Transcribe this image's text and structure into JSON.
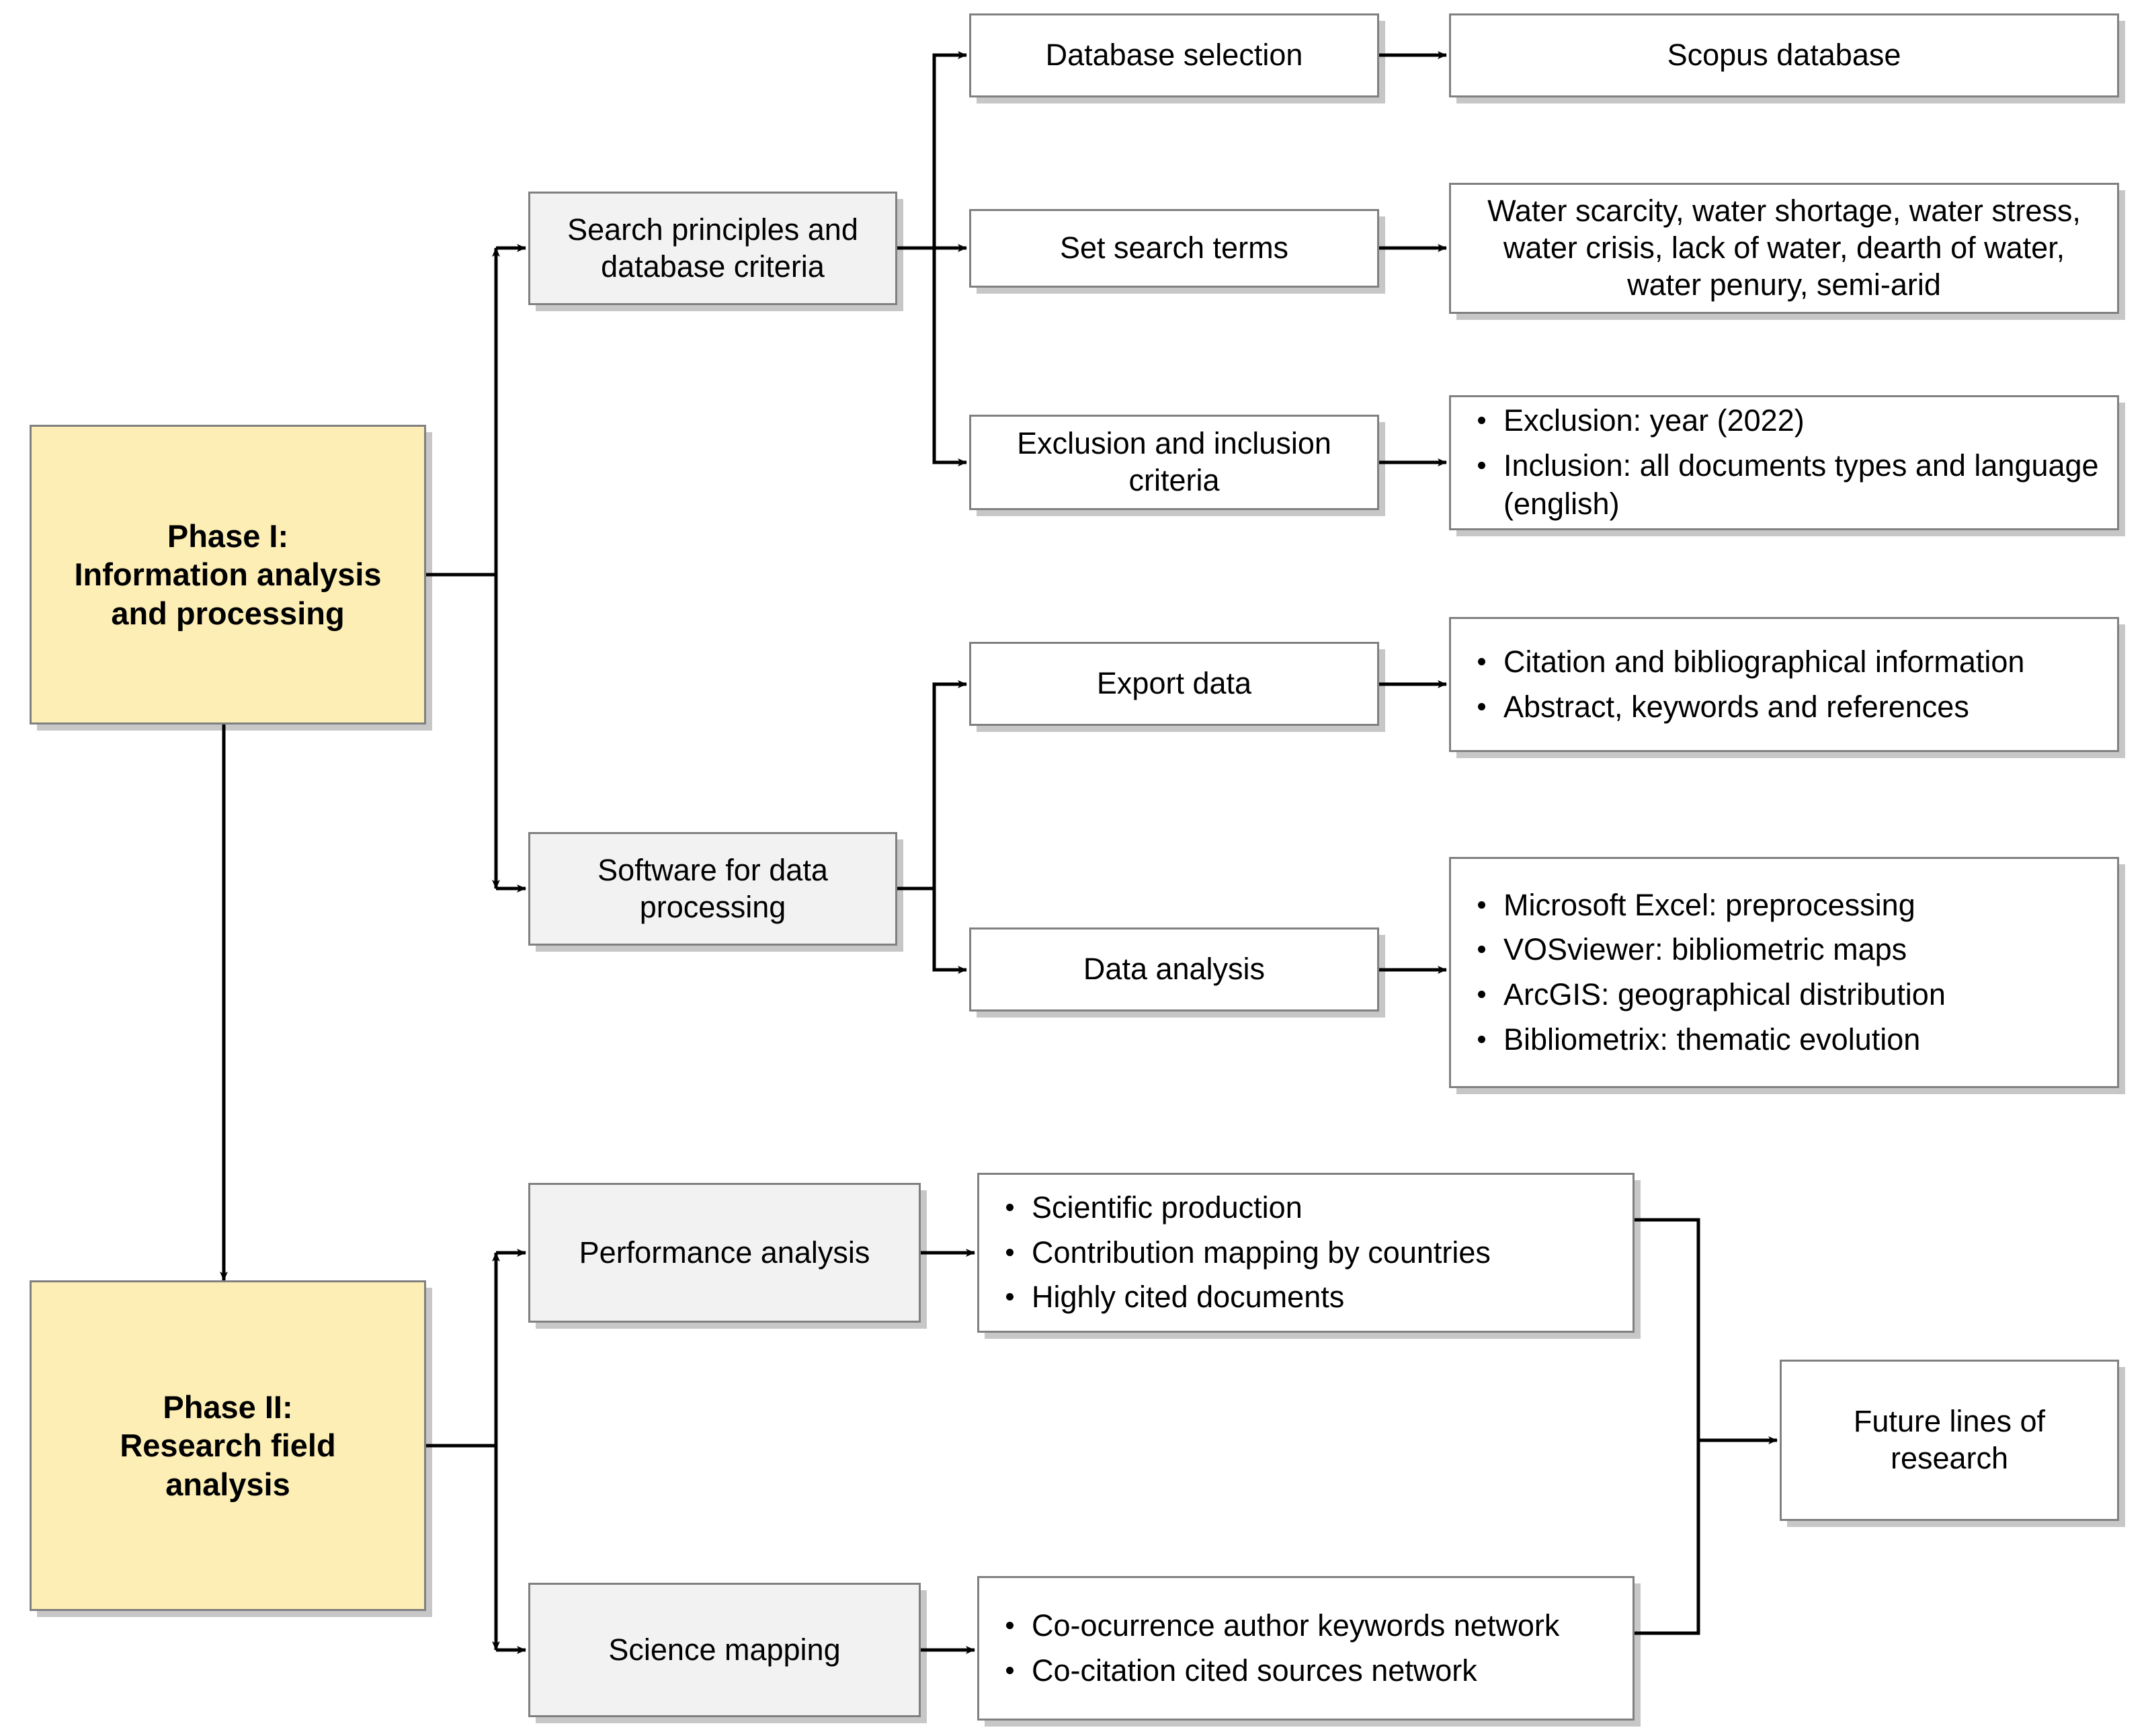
{
  "diagram": {
    "title": "Bibliometric research methodology flowchart",
    "colors": {
      "phase_fill": "#fceeb5",
      "stage_fill": "#f2f2f2",
      "plain_fill": "#ffffff",
      "border": "#808080",
      "connector": "#000000"
    }
  },
  "phases": {
    "phase1": "Phase I:\nInformation analysis\nand processing",
    "phase1_line1": "Phase I:",
    "phase1_line2": "Information analysis",
    "phase1_line3": "and processing",
    "phase2_line1": "Phase II:",
    "phase2_line2": "Research field",
    "phase2_line3": "analysis"
  },
  "stages": {
    "search_principles": "Search principles and database criteria",
    "software_processing": "Software for data processing",
    "performance_analysis": "Performance analysis",
    "science_mapping": "Science mapping"
  },
  "steps": {
    "database_selection": "Database selection",
    "set_search_terms": "Set search terms",
    "exclusion_inclusion": "Exclusion and inclusion criteria",
    "export_data": "Export data",
    "data_analysis": "Data analysis"
  },
  "details": {
    "scopus": "Scopus database",
    "search_terms": "Water scarcity, water shortage, water stress, water crisis, lack of water, dearth of water, water penury, semi-arid",
    "criteria_bullets": [
      "Exclusion: year (2022)",
      "Inclusion: all documents types and language (english)"
    ],
    "export_bullets": [
      "Citation and bibliographical information",
      "Abstract, keywords and references"
    ],
    "analysis_bullets": [
      "Microsoft Excel: preprocessing",
      "VOSviewer: bibliometric maps",
      "ArcGIS: geographical distribution",
      "Bibliometrix: thematic evolution"
    ],
    "performance_bullets": [
      "Scientific production",
      "Contribution mapping by countries",
      "Highly cited documents"
    ],
    "mapping_bullets": [
      "Co-ocurrence author keywords network",
      "Co-citation cited sources network"
    ],
    "future_lines": "Future lines of research"
  }
}
